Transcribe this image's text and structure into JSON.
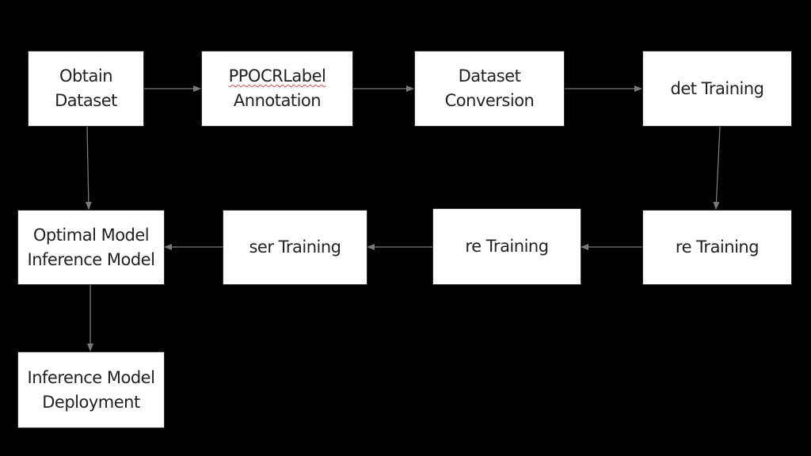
{
  "nodes": {
    "obtain": [
      "Obtain",
      "Dataset"
    ],
    "ppocr": [
      "PPOCRLabel",
      "Annotation"
    ],
    "conversion": [
      "Dataset",
      "Conversion"
    ],
    "det": [
      "det Training"
    ],
    "re_right": [
      "re Training"
    ],
    "re_mid": [
      "re Training"
    ],
    "ser": [
      "ser Training"
    ],
    "optimal": [
      "Optimal Model",
      "Inference Model"
    ],
    "deploy": [
      "Inference Model",
      "Deployment"
    ]
  },
  "colors": {
    "arrow": "#7a7a7a",
    "box": "#ffffff",
    "background": "#000000"
  }
}
